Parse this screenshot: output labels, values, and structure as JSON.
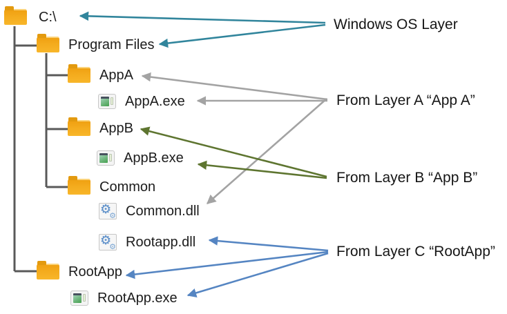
{
  "diagram_title": "Windows layered file system diagram",
  "tree": {
    "line_color": "#595959",
    "folder_color": "#f4ab1d",
    "nodes": [
      {
        "id": "c-drive",
        "label": "C:\\",
        "type": "folder",
        "depth": 0
      },
      {
        "id": "program-files",
        "label": "Program Files",
        "type": "folder",
        "depth": 1
      },
      {
        "id": "appa",
        "label": "AppA",
        "type": "folder",
        "depth": 2
      },
      {
        "id": "appa-exe",
        "label": "AppA.exe",
        "type": "exe",
        "depth": 3
      },
      {
        "id": "appb",
        "label": "AppB",
        "type": "folder",
        "depth": 2
      },
      {
        "id": "appb-exe",
        "label": "AppB.exe",
        "type": "exe",
        "depth": 3
      },
      {
        "id": "common",
        "label": "Common",
        "type": "folder",
        "depth": 2
      },
      {
        "id": "common-dll",
        "label": "Common.dll",
        "type": "dll",
        "depth": 3
      },
      {
        "id": "rootapp-dll",
        "label": "Rootapp.dll",
        "type": "dll",
        "depth": 3
      },
      {
        "id": "rootapp",
        "label": "RootApp",
        "type": "folder",
        "depth": 1
      },
      {
        "id": "rootapp-exe",
        "label": "RootApp.exe",
        "type": "exe",
        "depth": 2
      }
    ]
  },
  "annotations": {
    "windows_os": {
      "label": "Windows OS Layer",
      "color": "#31859c",
      "targets": [
        "C:\\",
        "Program Files"
      ]
    },
    "layer_a": {
      "label": "From Layer A “App A”",
      "color": "#a3a3a3",
      "targets": [
        "AppA",
        "AppA.exe",
        "Common.dll"
      ]
    },
    "layer_b": {
      "label": "From Layer B “App B”",
      "color": "#5e7530",
      "targets": [
        "AppB",
        "AppB.exe"
      ]
    },
    "layer_c": {
      "label": "From Layer C “RootApp”",
      "color": "#5585c2",
      "targets": [
        "Rootapp.dll",
        "RootApp",
        "RootApp.exe"
      ]
    }
  }
}
